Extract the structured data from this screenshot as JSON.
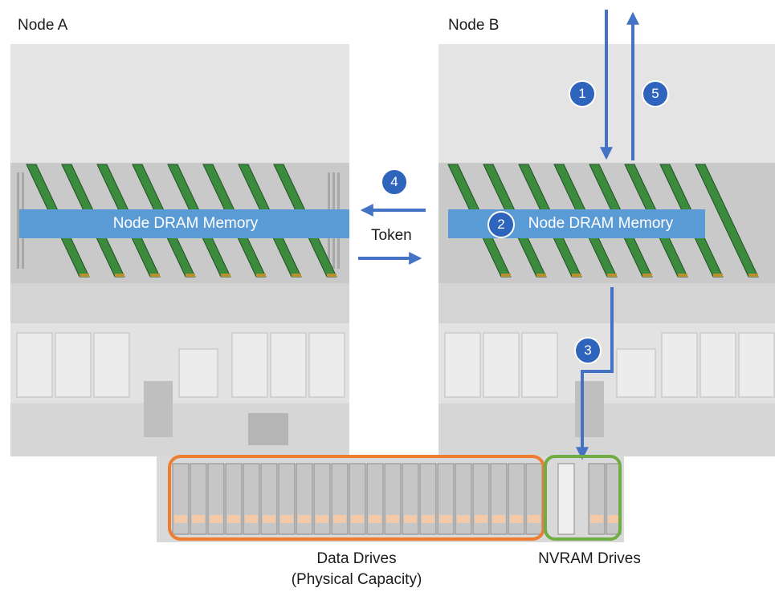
{
  "nodes": {
    "a": {
      "title": "Node A",
      "dram_label": "Node DRAM Memory"
    },
    "b": {
      "title": "Node B",
      "dram_label": "Node DRAM Memory"
    }
  },
  "token_label": "Token",
  "steps": [
    "1",
    "2",
    "3",
    "4",
    "5"
  ],
  "drives": {
    "data_label_line1": "Data Drives",
    "data_label_line2": "(Physical Capacity)",
    "nvram_label": "NVRAM Drives"
  },
  "colors": {
    "arrow": "#4472c4",
    "badge": "#2e64bc",
    "dram_bar": "#5b9bd5",
    "data_drives_outline": "#ed7d31",
    "nvram_drives_outline": "#70ad47"
  }
}
